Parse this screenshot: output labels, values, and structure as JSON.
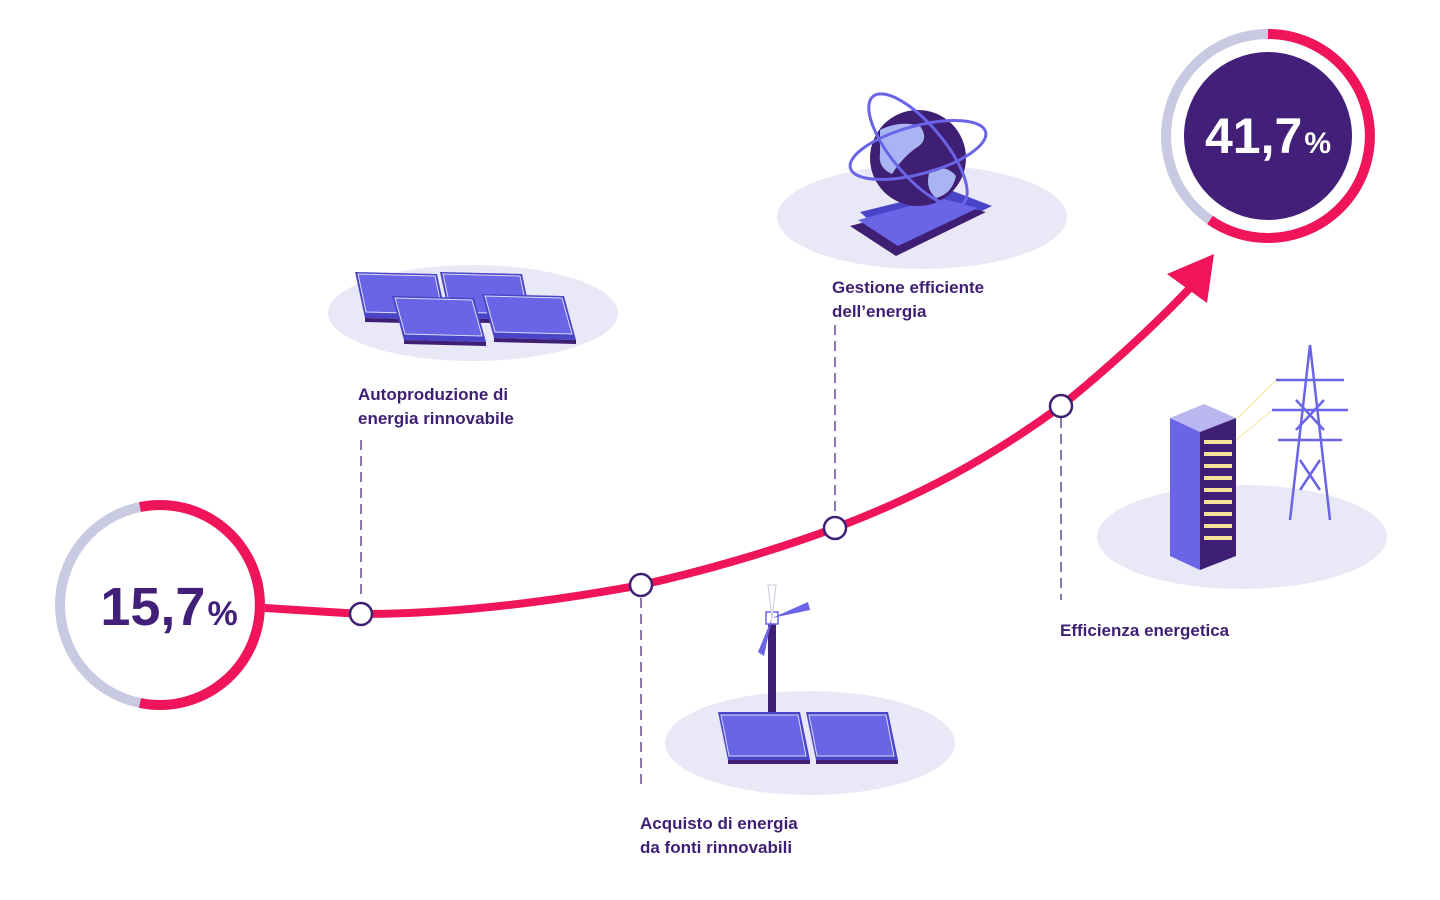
{
  "colors": {
    "accent": "#f0145a",
    "purple_dark": "#42207a",
    "text": "#3f1f73",
    "ring_grey": "#c9c9e2",
    "blob": "#e8e8f7",
    "panel": "#6a64e6"
  },
  "start": {
    "value": "15,7",
    "unit": "%"
  },
  "end": {
    "value": "41,7",
    "unit": "%"
  },
  "steps": [
    {
      "id": "autoproduzione",
      "line1": "Autoproduzione di",
      "line2": "energia rinnovabile",
      "icon": "solar-panels-icon"
    },
    {
      "id": "acquisto",
      "line1": "Acquisto di energia",
      "line2": "da fonti rinnovabili",
      "icon": "wind-turbine-solar-icon"
    },
    {
      "id": "gestione",
      "line1": "Gestione efficiente",
      "line2": "dell’energia",
      "icon": "globe-tablet-icon"
    },
    {
      "id": "efficienza",
      "line1": "Efficienza energetica",
      "line2": "",
      "icon": "building-pylon-icon"
    }
  ]
}
